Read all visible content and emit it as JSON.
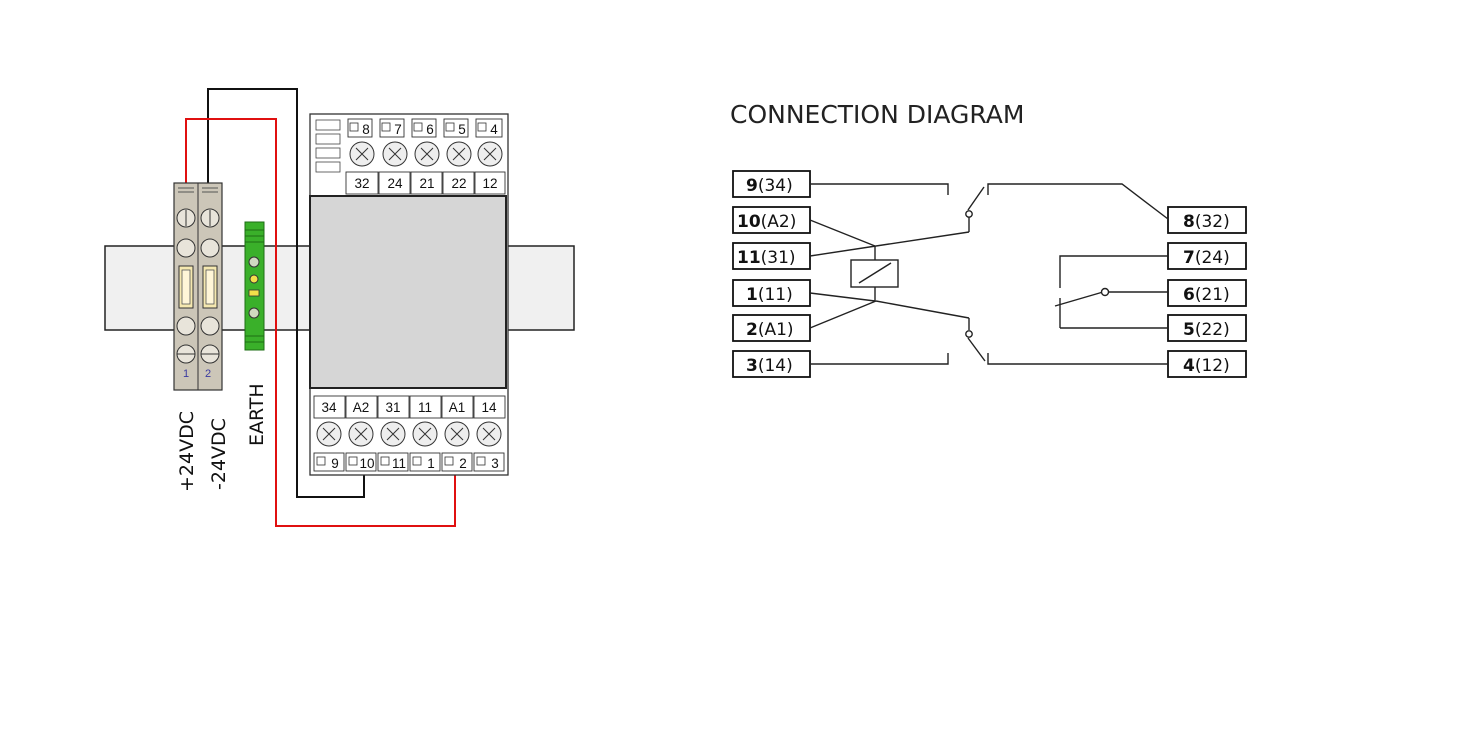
{
  "title": "CONNECTION DIAGRAM",
  "colors": {
    "wire_black": "#111111",
    "wire_red": "#e01010",
    "terminal_block": "#ccc6b8",
    "earth_block": "#3ab02a",
    "relay_body": "#d6d6d6",
    "rail": "#f0f0f0"
  },
  "wiring": {
    "power_terminals": {
      "numbers": [
        "1",
        "2"
      ],
      "labels": [
        "+24VDC",
        "-24VDC"
      ]
    },
    "earth_label": "EARTH",
    "relay_top_small": [
      "8",
      "7",
      "6",
      "5",
      "4"
    ],
    "relay_top_terminals": [
      "32",
      "24",
      "21",
      "22",
      "12"
    ],
    "relay_bottom_terminals": [
      "34",
      "A2",
      "31",
      "11",
      "A1",
      "14"
    ],
    "relay_bottom_small": [
      "9",
      "10",
      "11",
      "1",
      "2",
      "3"
    ]
  },
  "schematic": {
    "left_terminals": [
      {
        "num": "9",
        "label": "(34)"
      },
      {
        "num": "10",
        "label": "(A2)"
      },
      {
        "num": "11",
        "label": "(31)"
      },
      {
        "num": "1",
        "label": "(11)"
      },
      {
        "num": "2",
        "label": "(A1)"
      },
      {
        "num": "3",
        "label": "(14)"
      }
    ],
    "right_terminals": [
      {
        "num": "8",
        "label": "(32)"
      },
      {
        "num": "7",
        "label": "(24)"
      },
      {
        "num": "6",
        "label": "(21)"
      },
      {
        "num": "5",
        "label": "(22)"
      },
      {
        "num": "4",
        "label": "(12)"
      }
    ]
  }
}
